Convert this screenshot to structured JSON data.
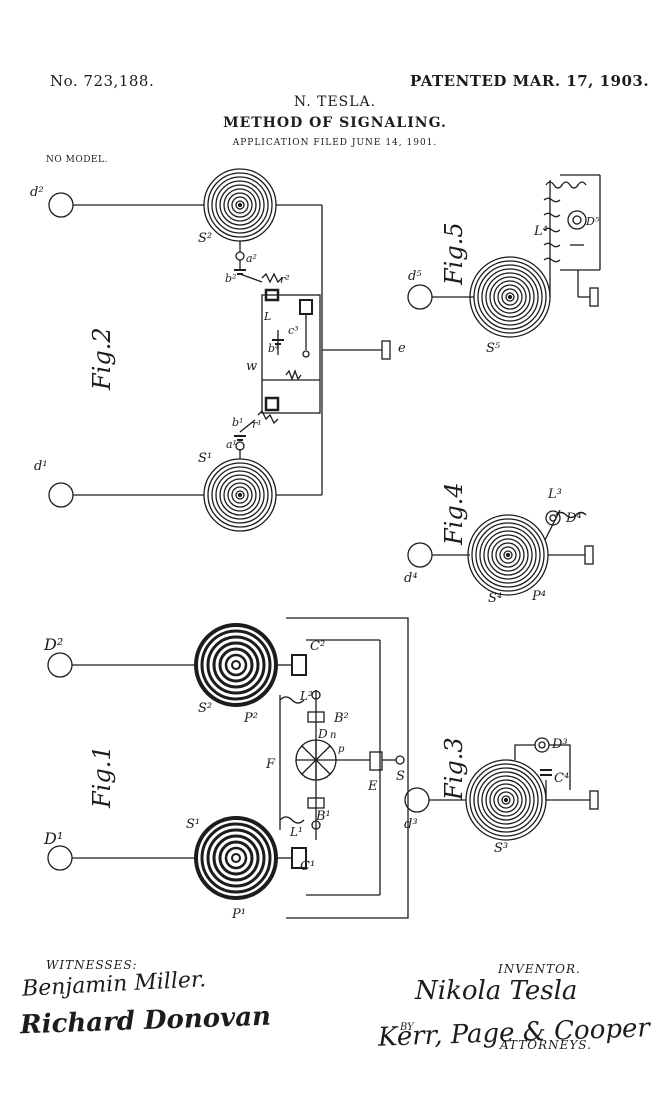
{
  "header": {
    "patent_number": "No. 723,188.",
    "patented": "PATENTED MAR. 17, 1903.",
    "inventor": "N. TESLA.",
    "title": "METHOD OF SIGNALING.",
    "filed": "APPLICATION FILED JUNE 14, 1901.",
    "model": "NO MODEL."
  },
  "figures": {
    "fig1": "Fig.1",
    "fig2": "Fig.2",
    "fig3": "Fig.3",
    "fig4": "Fig.4",
    "fig5": "Fig.5"
  },
  "labels": {
    "d2": "d²",
    "d1": "d¹",
    "s2": "S²",
    "s1": "S¹",
    "e": "e",
    "a2": "a²",
    "b2": "b²",
    "r2": "r²",
    "a1": "a¹",
    "b1": "b¹",
    "r1": "r¹",
    "l": "L",
    "w": "w",
    "c3": "c³",
    "b4": "b⁴",
    "D2": "D²",
    "D1": "D¹",
    "S2cap": "S²",
    "S1cap": "S¹",
    "P2": "P²",
    "P1": "P¹",
    "C2": "C²",
    "C1": "C¹",
    "L2": "L²",
    "L1": "L¹",
    "B2": "B²",
    "B1": "B¹",
    "F": "F",
    "D": "D",
    "E": "E",
    "S": "S",
    "p": "p",
    "n": "n",
    "d5": "d⁵",
    "s5": "S⁵",
    "L4": "L⁴",
    "D5": "D⁵",
    "d4": "d⁴",
    "s4": "S⁴",
    "P4": "P⁴",
    "L3": "L³",
    "D4": "D⁴",
    "d3": "d³",
    "s3": "S³",
    "D3": "D³",
    "C4": "C⁴"
  },
  "footer": {
    "witnesses": "WITNESSES:",
    "witness1": "Benjamin Miller.",
    "witness2": "Richard Donovan",
    "inventor_label": "INVENTOR.",
    "inventor_sig": "Nikola Tesla",
    "by": "BY",
    "attorneys_sig": "Kerr, Page & Cooper",
    "attorneys": "ATTORNEYS."
  }
}
